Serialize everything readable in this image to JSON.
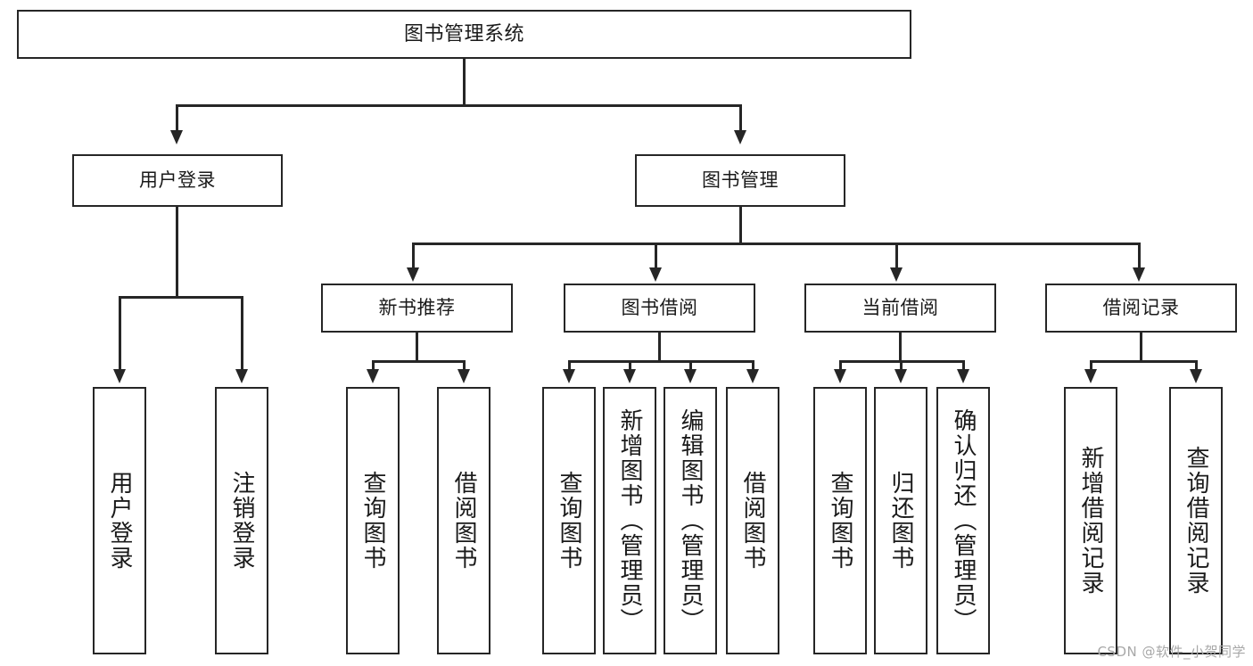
{
  "diagram": {
    "title": "图书管理系统",
    "type": "hierarchy-tree",
    "levels": 4,
    "root": {
      "id": "root",
      "label": "图书管理系统"
    },
    "level2": [
      {
        "id": "user-login",
        "label": "用户登录"
      },
      {
        "id": "book-manage",
        "label": "图书管理"
      }
    ],
    "level3": [
      {
        "id": "new-book-recommend",
        "label": "新书推荐",
        "parent": "book-manage"
      },
      {
        "id": "book-borrow",
        "label": "图书借阅",
        "parent": "book-manage"
      },
      {
        "id": "current-borrow",
        "label": "当前借阅",
        "parent": "book-manage"
      },
      {
        "id": "borrow-record",
        "label": "借阅记录",
        "parent": "book-manage"
      }
    ],
    "leaves": [
      {
        "id": "leaf-user-login",
        "label": "用户登录",
        "parent": "user-login"
      },
      {
        "id": "leaf-user-logout",
        "label": "注销登录",
        "parent": "user-login"
      },
      {
        "id": "leaf-query-book-1",
        "label": "查询图书",
        "parent": "new-book-recommend"
      },
      {
        "id": "leaf-borrow-book-1",
        "label": "借阅图书",
        "parent": "new-book-recommend"
      },
      {
        "id": "leaf-query-book-2",
        "label": "查询图书",
        "parent": "book-borrow"
      },
      {
        "id": "leaf-add-book",
        "label": "新增图书（管理员）",
        "parent": "book-borrow"
      },
      {
        "id": "leaf-edit-book",
        "label": "编辑图书（管理员）",
        "parent": "book-borrow"
      },
      {
        "id": "leaf-borrow-book-2",
        "label": "借阅图书",
        "parent": "book-borrow"
      },
      {
        "id": "leaf-query-book-3",
        "label": "查询图书",
        "parent": "current-borrow"
      },
      {
        "id": "leaf-return-book",
        "label": "归还图书",
        "parent": "current-borrow"
      },
      {
        "id": "leaf-confirm-return",
        "label": "确认归还（管理员）",
        "parent": "current-borrow"
      },
      {
        "id": "leaf-add-record",
        "label": "新增借阅记录",
        "parent": "borrow-record"
      },
      {
        "id": "leaf-query-record",
        "label": "查询借阅记录",
        "parent": "borrow-record"
      }
    ],
    "colors": {
      "stroke": "#262626",
      "fill": "#ffffff",
      "text": "#1a1a1a",
      "watermark": "#a8a8a8"
    }
  },
  "watermark": {
    "text": "CSDN @软件_小贺同学"
  }
}
